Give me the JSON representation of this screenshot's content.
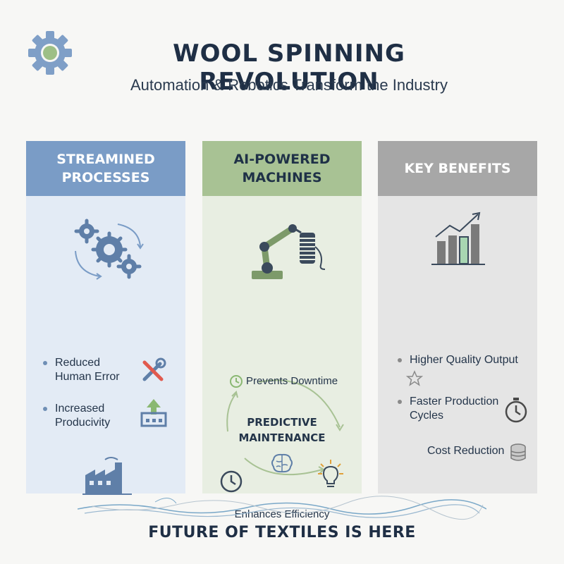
{
  "header": {
    "title": "WOOL SPINNING REVOLUTION",
    "subtitle": "Automation & Robotics Transform the Industry",
    "logo_icon": "gear-icon"
  },
  "columns": [
    {
      "heading_line1": "STREAMINED",
      "heading_line2": "PROCESSES",
      "color": "#7a9cc6",
      "icon": "gears-cycle-icon",
      "items": [
        {
          "line1": "Reduced",
          "line2": "Human Error",
          "icon": "broken-tools-icon"
        },
        {
          "line1": "Increased",
          "line2": "Producivity",
          "icon": "upload-factory-icon"
        }
      ],
      "bottom_icon": "factory-icon"
    },
    {
      "heading_line1": "AI-POWERED",
      "heading_line2": "MACHINES",
      "color": "#a8c294",
      "icon": "robot-arm-spool-icon",
      "cycle": {
        "top": "Prevents Downtime",
        "center_line1": "PREDICTIVE",
        "center_line2": "MAINTENANCE",
        "bottom": "Enhances Efficiency"
      },
      "icons": [
        "clock-icon",
        "brain-icon",
        "lightbulb-icon"
      ]
    },
    {
      "heading": "KEY BENEFITS",
      "color": "#a7a7a7",
      "icon": "bar-chart-growth-icon",
      "items": [
        {
          "line1": "Higher Quality Output",
          "icon": "star-icon"
        },
        {
          "line1": "Faster Production",
          "line2": "Cycles",
          "icon": "stopwatch-icon"
        },
        {
          "line1": "Cost Reduction",
          "icon": "coins-icon"
        }
      ]
    }
  ],
  "footer": {
    "text": "FUTURE OF TEXTILES IS HERE"
  }
}
